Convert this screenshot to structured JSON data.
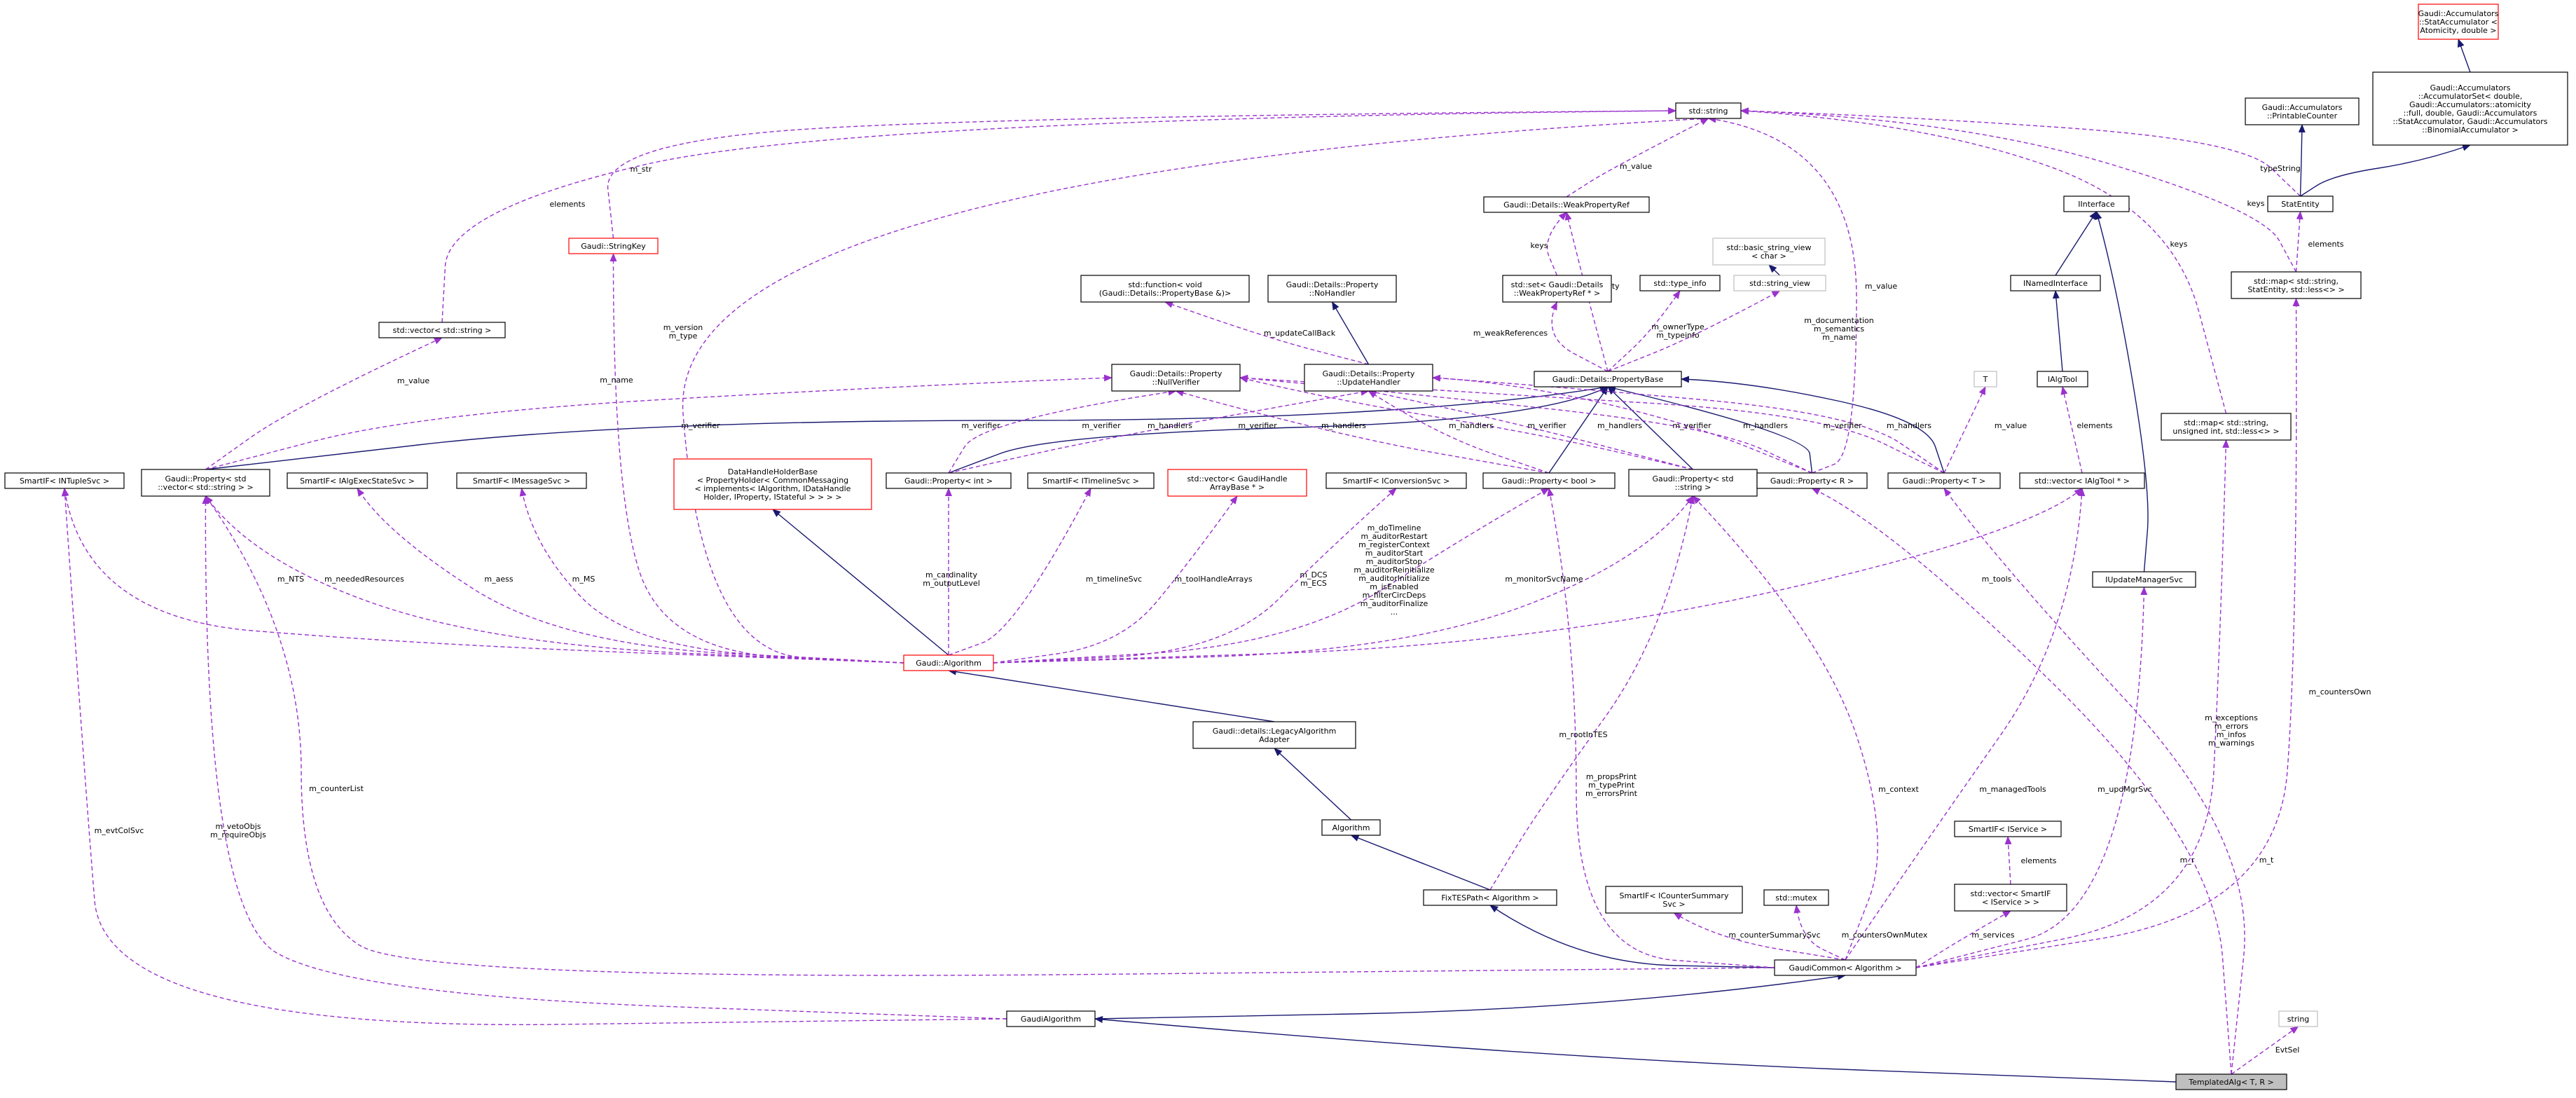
{
  "colors": {
    "inherit_edge": "#191970",
    "usage_edge": "#9a32cd",
    "node_border": "#000000",
    "node_border_undocumented": "#bfbfbf",
    "node_border_truncated": "#ff0000",
    "node_fill": "#ffffff",
    "root_fill": "#bfbfbf"
  },
  "nodes": [
    {
      "id": "stat_acc",
      "lines": [
        "Gaudi::Accumulators",
        "::StatAccumulator <",
        "Atomicity, double >"
      ],
      "style": "truncated"
    },
    {
      "id": "acc_set",
      "lines": [
        "Gaudi::Accumulators",
        "::AccumulatorSet< double,",
        "Gaudi::Accumulators::atomicity",
        "::full, double, Gaudi::Accumulators",
        "::StatAccumulator, Gaudi::Accumulators",
        "::BinomialAccumulator >"
      ],
      "style": "normal"
    },
    {
      "id": "printable_counter",
      "lines": [
        "Gaudi::Accumulators",
        "::PrintableCounter"
      ],
      "style": "normal"
    },
    {
      "id": "stat_entity",
      "lines": [
        "StatEntity"
      ],
      "style": "normal"
    },
    {
      "id": "std_string",
      "lines": [
        "std::string"
      ],
      "style": "normal"
    },
    {
      "id": "weak_prop_ref",
      "lines": [
        "Gaudi::Details::WeakPropertyRef"
      ],
      "style": "normal"
    },
    {
      "id": "basic_string_view",
      "lines": [
        "std::basic_string_view",
        "< char >"
      ],
      "style": "undocumented"
    },
    {
      "id": "iinterface",
      "lines": [
        "IInterface"
      ],
      "style": "normal"
    },
    {
      "id": "string_key",
      "lines": [
        "Gaudi::StringKey"
      ],
      "style": "truncated"
    },
    {
      "id": "std_set",
      "lines": [
        "std::set< Gaudi::Details",
        "::WeakPropertyRef * >"
      ],
      "style": "normal"
    },
    {
      "id": "std_string_view",
      "lines": [
        "std::string_view"
      ],
      "style": "undocumented"
    },
    {
      "id": "inamed_interface",
      "lines": [
        "INamedInterface"
      ],
      "style": "normal"
    },
    {
      "id": "std_map_stat",
      "lines": [
        "std::map< std::string,",
        "StatEntity, std::less<> >"
      ],
      "style": "normal"
    },
    {
      "id": "std_function",
      "lines": [
        "std::function< void",
        "(Gaudi::Details::PropertyBase &)>"
      ],
      "style": "normal"
    },
    {
      "id": "no_handler",
      "lines": [
        "Gaudi::Details::Property",
        "::NoHandler"
      ],
      "style": "normal"
    },
    {
      "id": "type_info",
      "lines": [
        "std::type_info"
      ],
      "style": "normal"
    },
    {
      "id": "vec_string",
      "lines": [
        "std::vector< std::string >"
      ],
      "style": "normal"
    },
    {
      "id": "null_verifier",
      "lines": [
        "Gaudi::Details::Property",
        "::NullVerifier"
      ],
      "style": "normal"
    },
    {
      "id": "update_handler",
      "lines": [
        "Gaudi::Details::Property",
        "::UpdateHandler"
      ],
      "style": "normal"
    },
    {
      "id": "prop_base",
      "lines": [
        "Gaudi::Details::PropertyBase"
      ],
      "style": "normal"
    },
    {
      "id": "T",
      "lines": [
        "T"
      ],
      "style": "undocumented"
    },
    {
      "id": "ialgtool",
      "lines": [
        "IAlgTool"
      ],
      "style": "normal"
    },
    {
      "id": "std_map_uint",
      "lines": [
        "std::map< std::string,",
        "unsigned int, std::less<> >"
      ],
      "style": "normal"
    },
    {
      "id": "smartif_intuple",
      "lines": [
        "SmartIF< INTupleSvc >"
      ],
      "style": "normal"
    },
    {
      "id": "prop_vec_string",
      "lines": [
        "Gaudi::Property< std",
        "::vector< std::string > >"
      ],
      "style": "normal"
    },
    {
      "id": "smartif_algexec",
      "lines": [
        "SmartIF< IAlgExecStateSvc >"
      ],
      "style": "normal"
    },
    {
      "id": "smartif_message",
      "lines": [
        "SmartIF< IMessageSvc >"
      ],
      "style": "normal"
    },
    {
      "id": "datahandle_holder",
      "lines": [
        "DataHandleHolderBase",
        "< PropertyHolder< CommonMessaging",
        "< implements< IAlgorithm, IDataHandle",
        "Holder, IProperty, IStateful > > > >"
      ],
      "style": "truncated"
    },
    {
      "id": "prop_int",
      "lines": [
        "Gaudi::Property< int >"
      ],
      "style": "normal"
    },
    {
      "id": "smartif_timeline",
      "lines": [
        "SmartIF< ITimelineSvc >"
      ],
      "style": "normal"
    },
    {
      "id": "vec_datahandle",
      "lines": [
        "std::vector< GaudiHandle",
        "ArrayBase * >"
      ],
      "style": "truncated"
    },
    {
      "id": "smartif_conversion",
      "lines": [
        "SmartIF< IConversionSvc >"
      ],
      "style": "normal"
    },
    {
      "id": "prop_bool",
      "lines": [
        "Gaudi::Property< bool >"
      ],
      "style": "normal"
    },
    {
      "id": "prop_std_string",
      "lines": [
        "Gaudi::Property< std",
        "::string >"
      ],
      "style": "normal"
    },
    {
      "id": "prop_R",
      "lines": [
        "Gaudi::Property< R >"
      ],
      "style": "normal"
    },
    {
      "id": "prop_T",
      "lines": [
        "Gaudi::Property< T >"
      ],
      "style": "normal"
    },
    {
      "id": "vec_ialgtool",
      "lines": [
        "std::vector< IAlgTool * >"
      ],
      "style": "normal"
    },
    {
      "id": "iupdate_mgr",
      "lines": [
        "IUpdateManagerSvc"
      ],
      "style": "normal"
    },
    {
      "id": "gaudi_algorithm",
      "lines": [
        "Gaudi::Algorithm"
      ],
      "style": "truncated"
    },
    {
      "id": "legacy_adapter",
      "lines": [
        "Gaudi::details::LegacyAlgorithm",
        "Adapter"
      ],
      "style": "normal"
    },
    {
      "id": "algorithm",
      "lines": [
        "Algorithm"
      ],
      "style": "normal"
    },
    {
      "id": "smartif_iservice",
      "lines": [
        "SmartIF< IService >"
      ],
      "style": "normal"
    },
    {
      "id": "fixtespath",
      "lines": [
        "FixTESPath< Algorithm >"
      ],
      "style": "normal"
    },
    {
      "id": "smartif_counter",
      "lines": [
        "SmartIF< ICounterSummary",
        "Svc >"
      ],
      "style": "normal"
    },
    {
      "id": "std_mutex",
      "lines": [
        "std::mutex"
      ],
      "style": "normal"
    },
    {
      "id": "vec_smartif_iservice",
      "lines": [
        "std::vector< SmartIF",
        "< IService > >"
      ],
      "style": "normal"
    },
    {
      "id": "gaudicommon",
      "lines": [
        "GaudiCommon< Algorithm >"
      ],
      "style": "normal"
    },
    {
      "id": "gaudialgorithm",
      "lines": [
        "GaudiAlgorithm"
      ],
      "style": "normal"
    },
    {
      "id": "string_plain",
      "lines": [
        "string"
      ],
      "style": "undocumented"
    },
    {
      "id": "templated_alg",
      "lines": [
        "TemplatedAlg< T, R >"
      ],
      "style": "root"
    }
  ],
  "edge_labels": [
    {
      "id": "lbl_str",
      "lines": [
        "m_str"
      ]
    },
    {
      "id": "lbl_elements1",
      "lines": [
        "elements"
      ]
    },
    {
      "id": "lbl_value_weak",
      "lines": [
        "m_value"
      ]
    },
    {
      "id": "lbl_typestring",
      "lines": [
        "typeString"
      ]
    },
    {
      "id": "lbl_keys_map",
      "lines": [
        "keys"
      ]
    },
    {
      "id": "lbl_keys_set",
      "lines": [
        "keys"
      ]
    },
    {
      "id": "lbl_elements_stat",
      "lines": [
        "elements"
      ]
    },
    {
      "id": "lbl_keys_uint",
      "lines": [
        "keys"
      ]
    },
    {
      "id": "lbl_version",
      "lines": [
        "m_version",
        "m_type"
      ]
    },
    {
      "id": "lbl_property",
      "lines": [
        "m_property"
      ]
    },
    {
      "id": "lbl_value_str",
      "lines": [
        "m_value"
      ]
    },
    {
      "id": "lbl_update_cb",
      "lines": [
        "m_updateCallBack"
      ]
    },
    {
      "id": "lbl_weakrefs",
      "lines": [
        "m_weakReferences"
      ]
    },
    {
      "id": "lbl_ownertype",
      "lines": [
        "m_ownerType",
        "m_typeinfo"
      ]
    },
    {
      "id": "lbl_doc",
      "lines": [
        "m_documentation",
        "m_semantics",
        "m_name"
      ]
    },
    {
      "id": "lbl_value_vec",
      "lines": [
        "m_value"
      ]
    },
    {
      "id": "lbl_name",
      "lines": [
        "m_name"
      ]
    },
    {
      "id": "lbl_verifier1",
      "lines": [
        "m_verifier"
      ]
    },
    {
      "id": "lbl_verifier2",
      "lines": [
        "m_verifier"
      ]
    },
    {
      "id": "lbl_verifier3",
      "lines": [
        "m_verifier"
      ]
    },
    {
      "id": "lbl_handlers1",
      "lines": [
        "m_handlers"
      ]
    },
    {
      "id": "lbl_verifier4",
      "lines": [
        "m_verifier"
      ]
    },
    {
      "id": "lbl_handlers2",
      "lines": [
        "m_handlers"
      ]
    },
    {
      "id": "lbl_handlers3",
      "lines": [
        "m_handlers"
      ]
    },
    {
      "id": "lbl_verifier5",
      "lines": [
        "m_verifier"
      ]
    },
    {
      "id": "lbl_handlers4",
      "lines": [
        "m_handlers"
      ]
    },
    {
      "id": "lbl_verifier6",
      "lines": [
        "m_verifier"
      ]
    },
    {
      "id": "lbl_handlers5",
      "lines": [
        "m_handlers"
      ]
    },
    {
      "id": "lbl_verifier7",
      "lines": [
        "m_verifier"
      ]
    },
    {
      "id": "lbl_handlers6",
      "lines": [
        "m_handlers"
      ]
    },
    {
      "id": "lbl_value_T",
      "lines": [
        "m_value"
      ]
    },
    {
      "id": "lbl_elements_tool",
      "lines": [
        "elements"
      ]
    },
    {
      "id": "lbl_nts",
      "lines": [
        "m_NTS"
      ]
    },
    {
      "id": "lbl_needed",
      "lines": [
        "m_neededResources"
      ]
    },
    {
      "id": "lbl_aess",
      "lines": [
        "m_aess"
      ]
    },
    {
      "id": "lbl_ms",
      "lines": [
        "m_MS"
      ]
    },
    {
      "id": "lbl_cardinality",
      "lines": [
        "m_cardinality",
        "m_outputLevel"
      ]
    },
    {
      "id": "lbl_timeline",
      "lines": [
        "m_timelineSvc"
      ]
    },
    {
      "id": "lbl_toolhandle",
      "lines": [
        "m_toolHandleArrays"
      ]
    },
    {
      "id": "lbl_dcs",
      "lines": [
        "m_DCS",
        "m_ECS"
      ]
    },
    {
      "id": "lbl_timeline_flags",
      "lines": [
        "m_doTimeline",
        "m_auditorRestart",
        "m_registerContext",
        "m_auditorStart",
        "m_auditorStop",
        "m_auditorReinitialize",
        "m_auditorInitialize",
        "m_isEnabled",
        "m_filterCircDeps",
        "m_auditorFinalize",
        "..."
      ]
    },
    {
      "id": "lbl_monitor",
      "lines": [
        "m_monitorSvcName"
      ]
    },
    {
      "id": "lbl_tools",
      "lines": [
        "m_tools"
      ]
    },
    {
      "id": "lbl_exceptions",
      "lines": [
        "m_exceptions",
        "m_errors",
        "m_infos",
        "m_warnings"
      ]
    },
    {
      "id": "lbl_countersown",
      "lines": [
        "m_countersOwn"
      ]
    },
    {
      "id": "lbl_evtcol",
      "lines": [
        "m_evtColSvc"
      ]
    },
    {
      "id": "lbl_counterlist",
      "lines": [
        "m_counterList"
      ]
    },
    {
      "id": "lbl_veto",
      "lines": [
        "m_vetoObjs",
        "m_requireObjs"
      ]
    },
    {
      "id": "lbl_rootintes",
      "lines": [
        "m_rootInTES"
      ]
    },
    {
      "id": "lbl_propsprint",
      "lines": [
        "m_propsPrint",
        "m_typePrint",
        "m_errorsPrint"
      ]
    },
    {
      "id": "lbl_context",
      "lines": [
        "m_context"
      ]
    },
    {
      "id": "lbl_managedtools",
      "lines": [
        "m_managedTools"
      ]
    },
    {
      "id": "lbl_updmgr",
      "lines": [
        "m_updMgrSvc"
      ]
    },
    {
      "id": "lbl_elements_svc",
      "lines": [
        "elements"
      ]
    },
    {
      "id": "lbl_countersummary",
      "lines": [
        "m_counterSummarySvc"
      ]
    },
    {
      "id": "lbl_countersmutex",
      "lines": [
        "m_countersOwnMutex"
      ]
    },
    {
      "id": "lbl_services",
      "lines": [
        "m_services"
      ]
    },
    {
      "id": "lbl_r",
      "lines": [
        "m_r"
      ]
    },
    {
      "id": "lbl_t",
      "lines": [
        "m_t"
      ]
    },
    {
      "id": "lbl_evtsel",
      "lines": [
        "EvtSel"
      ]
    }
  ]
}
